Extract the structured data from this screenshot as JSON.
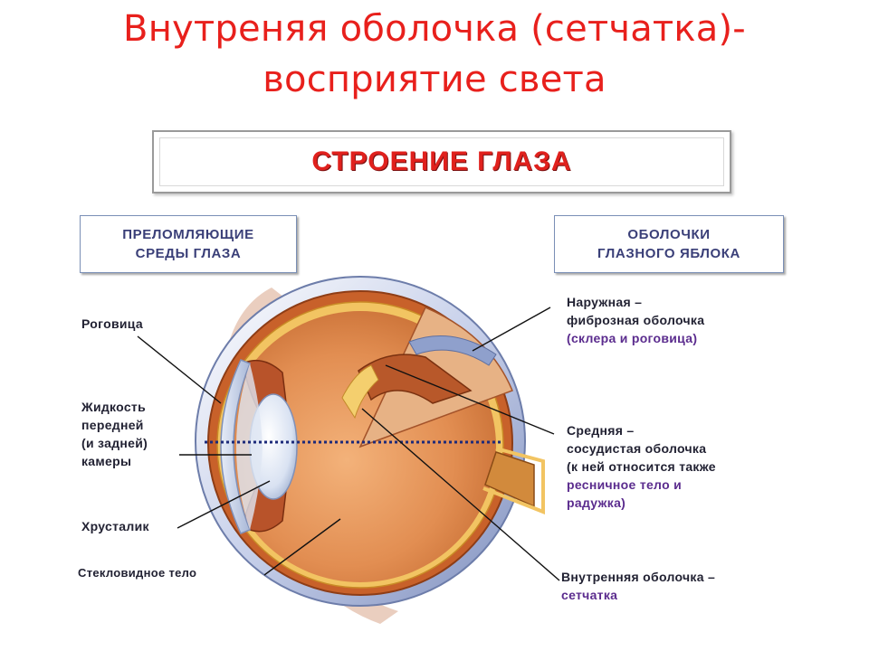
{
  "slide": {
    "title_line1": "Внутреняя оболочка (сетчатка)-",
    "title_line2": "восприятие света"
  },
  "banner": {
    "text": "СТРОЕНИЕ ГЛАЗА"
  },
  "refractive_box": {
    "line1": "ПРЕЛОМЛЯЮЩИЕ",
    "line2": "СРЕДЫ ГЛАЗА"
  },
  "membranes_box": {
    "line1": "ОБОЛОЧКИ",
    "line2": "ГЛАЗНОГО ЯБЛОКА"
  },
  "left_labels": {
    "cornea": "Роговица",
    "fluid_line1": "Жидкость",
    "fluid_line2": "передней",
    "fluid_line3": "(и задней)",
    "fluid_line4": "камеры",
    "lens": "Хрусталик",
    "vitreous": "Стекловидное тело"
  },
  "right_labels": {
    "outer_line1": "Наружная –",
    "outer_line2": "фиброзная оболочка",
    "outer_line3": "(склера и роговица)",
    "middle_line1": "Средняя –",
    "middle_line2": "сосудистая оболочка",
    "middle_line3": "(к ней относится также",
    "middle_line4": "ресничное тело и",
    "middle_line5": "радужка)",
    "inner_line1": "Внутренняя оболочка –",
    "inner_line2": "сетчатка"
  },
  "colors": {
    "title_red": "#e8201c",
    "box_text": "#3a3f78",
    "label_purple": "#5b2c8e",
    "sclera_blue": "#8c9cc6",
    "choroid_orange": "#c8612a",
    "retina_yellow": "#f2c462",
    "vitreous_peach": "#e9a064"
  }
}
